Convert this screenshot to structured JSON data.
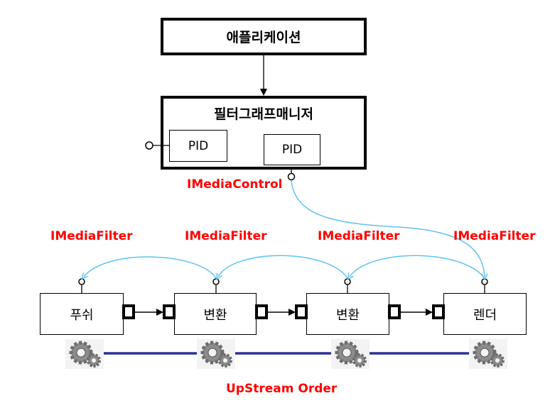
{
  "app": {
    "label": "애플리케이션"
  },
  "manager": {
    "label": "필터그래프매니저",
    "pid_left": "PID",
    "pid_right": "PID"
  },
  "interfaces": {
    "media_control": "IMediaControl",
    "media_filter": [
      "IMediaFilter",
      "IMediaFilter",
      "IMediaFilter",
      "IMediaFilter"
    ]
  },
  "filters": [
    {
      "label": "푸쉬"
    },
    {
      "label": "변환"
    },
    {
      "label": "변환"
    },
    {
      "label": "렌더"
    }
  ],
  "upstream": {
    "label": "UpStream Order",
    "line_color": "#2e3192"
  },
  "colors": {
    "curve": "#5fc3f0",
    "accent": "#ff0000"
  },
  "icons": [
    "gears-icon",
    "gears-icon",
    "gears-icon",
    "gears-icon"
  ]
}
